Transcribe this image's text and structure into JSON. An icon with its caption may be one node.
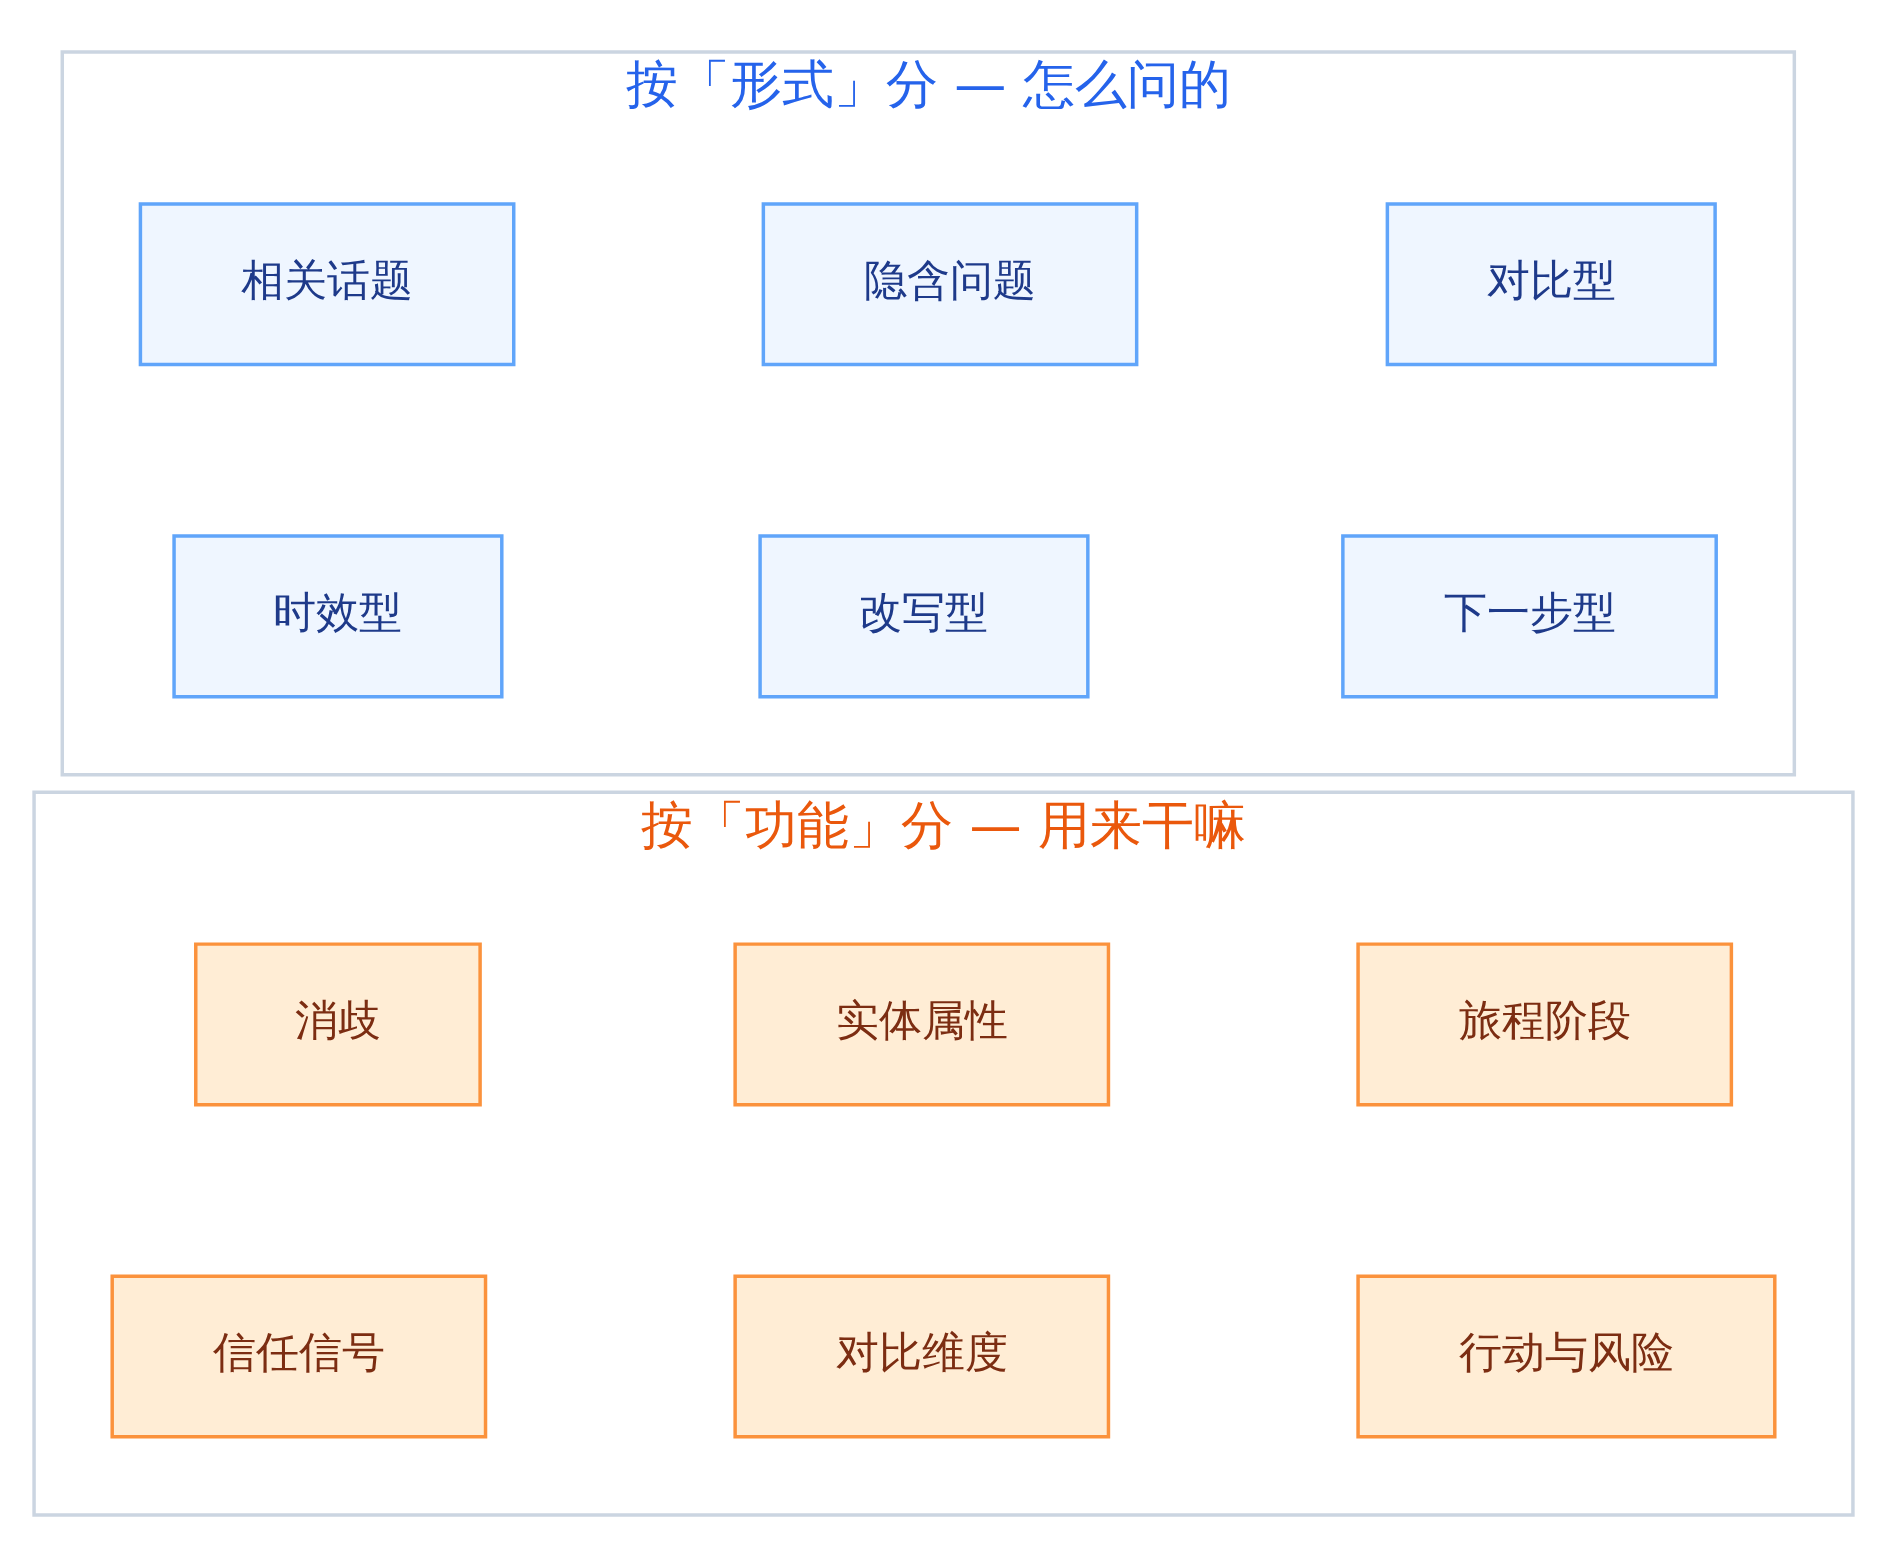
{
  "diagram": {
    "nodes": [
      {
        "text": [
          "按「形式」分 — 怎么问的"
        ]
      },
      {
        "text": [
          "相关话题"
        ],
        "in": 0
      },
      {
        "text": [
          "隐含问题"
        ],
        "in": 0
      },
      {
        "text": [
          "对比型"
        ],
        "in": 0
      },
      {
        "text": [
          "时效型"
        ],
        "in": 0
      },
      {
        "text": [
          "改写型"
        ],
        "in": 0
      },
      {
        "text": [
          "下一步型"
        ],
        "in": 0
      },
      {
        "text": [
          "按「功能」分 — 用来干嘛"
        ]
      },
      {
        "text": [
          "消歧"
        ],
        "in": 7
      },
      {
        "text": [
          "实体属性"
        ],
        "in": 7
      },
      {
        "text": [
          "旅程阶段"
        ],
        "in": 7
      },
      {
        "text": [
          "信任信号"
        ],
        "in": 7
      },
      {
        "text": [
          "对比维度"
        ],
        "in": 7
      },
      {
        "text": [
          "行动与风险"
        ],
        "in": 7
      }
    ],
    "edges": []
  }
}
